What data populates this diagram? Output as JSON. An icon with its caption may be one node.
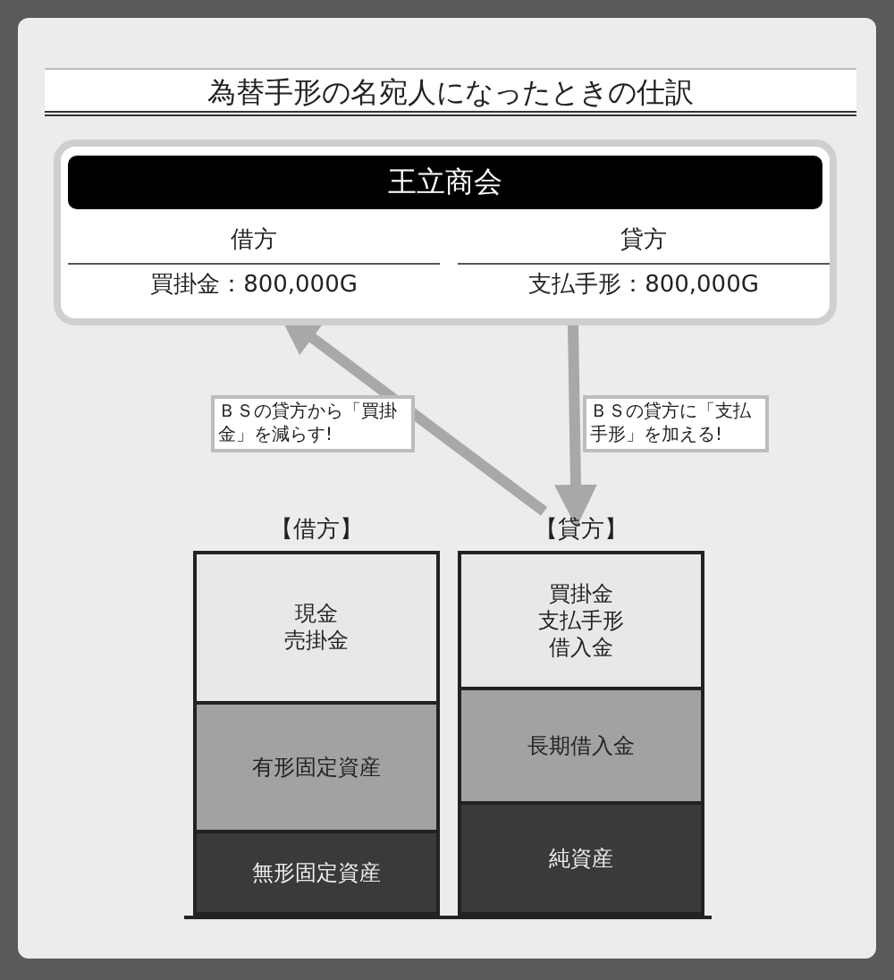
{
  "diagram": {
    "title": "為替手形の名宛人になったときの仕訳",
    "nodes": [
      {
        "text": [
          "王立商会"
        ]
      },
      {
        "text": [
          "借方",
          "買掛金：800,000G"
        ],
        "in": 0
      },
      {
        "text": [
          "貸方",
          "支払手形：800,000G"
        ],
        "in": 0
      },
      {
        "text": [
          "【借方】"
        ]
      },
      {
        "text": [
          "現金",
          "売掛金"
        ],
        "in": 3
      },
      {
        "text": [
          "有形固定資産"
        ],
        "in": 3
      },
      {
        "text": [
          "無形固定資産"
        ],
        "in": 3
      },
      {
        "text": [
          "【貸方】"
        ]
      },
      {
        "text": [
          "買掛金",
          "支払手形",
          "借入金"
        ],
        "in": 7
      },
      {
        "text": [
          "長期借入金"
        ],
        "in": 7
      },
      {
        "text": [
          "純資産"
        ],
        "in": 7
      }
    ],
    "edges": [
      {
        "from": 7,
        "to": 1,
        "arrow": "to",
        "label": "ＢＳの貸方から「買掛金」を減らす!"
      },
      {
        "from": 2,
        "to": 7,
        "arrow": "to",
        "label": "ＢＳの貸方に「支払手形」を加える!"
      }
    ]
  }
}
